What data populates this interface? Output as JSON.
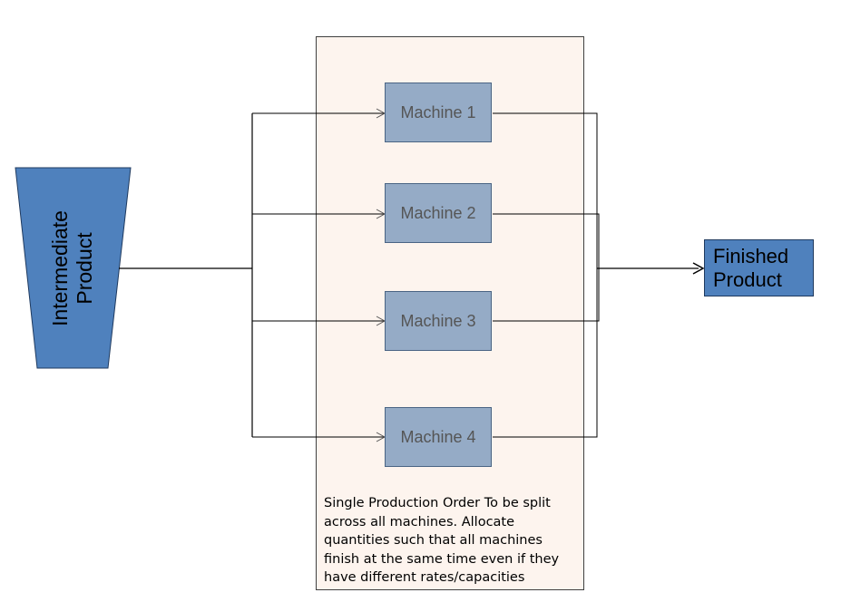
{
  "intermediate": {
    "line1": "Intermediate",
    "line2": "Product"
  },
  "machines": [
    "Machine 1",
    "Machine 2",
    "Machine 3",
    "Machine 4"
  ],
  "finished": {
    "line1": "Finished",
    "line2": "Product"
  },
  "note": "Single Production Order To be split across all machines.  Allocate quantities such that all machines finish at the same time even if they have different rates/capacities",
  "colors": {
    "intermediate_fill": "#4f81bd",
    "finished_fill": "#4f81bd",
    "machine_fill": "#95abc6",
    "panel_fill": "#fdf4ee"
  }
}
